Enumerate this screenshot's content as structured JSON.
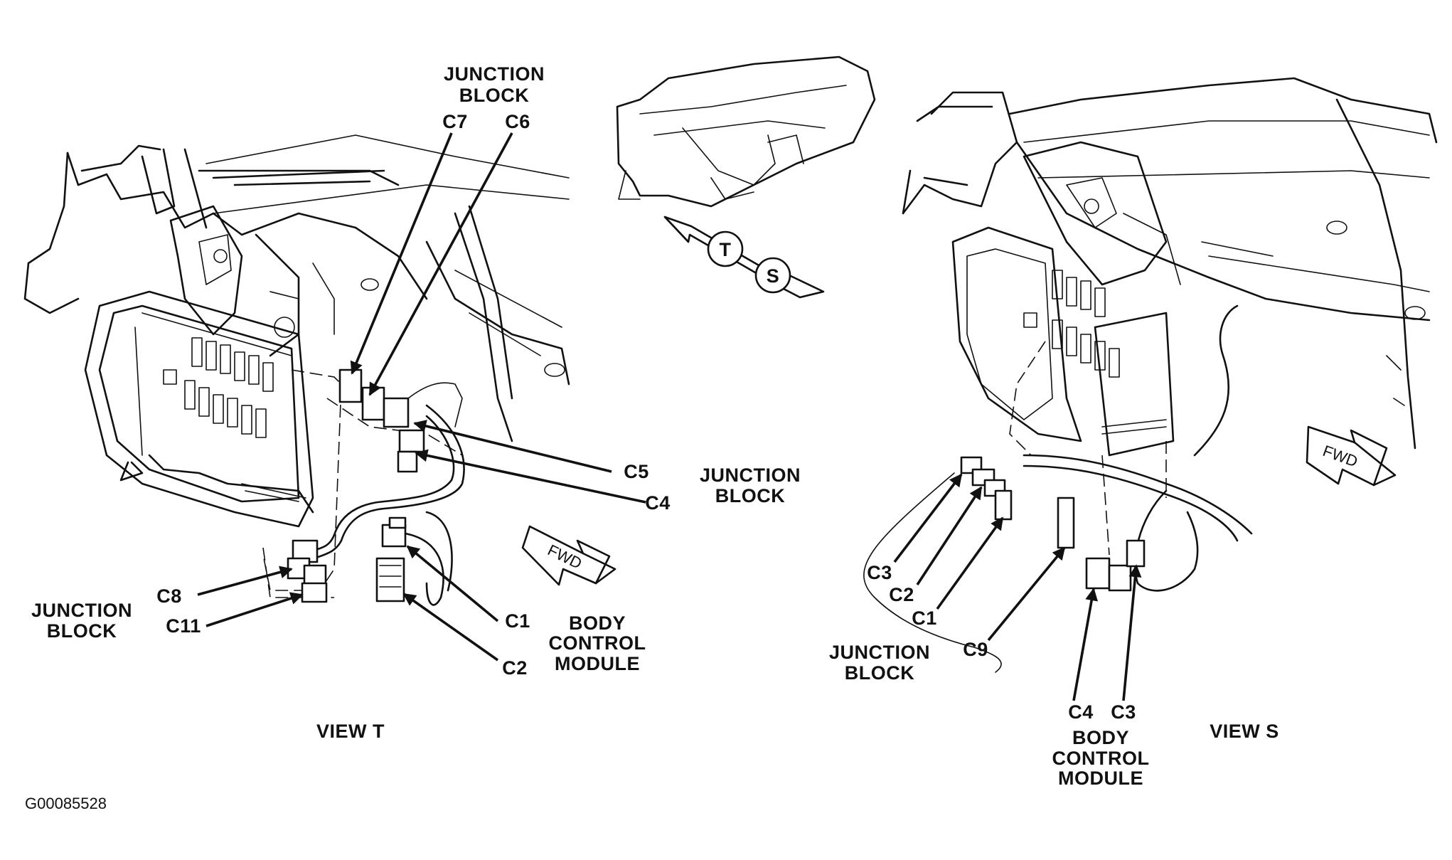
{
  "figure_id": "G00085528",
  "orientation": {
    "markers": [
      "T",
      "S"
    ]
  },
  "view_t": {
    "title": "VIEW T",
    "fwd": "FWD",
    "junction_block_top": [
      "JUNCTION",
      "BLOCK"
    ],
    "junction_block_right": [
      "JUNCTION",
      "BLOCK"
    ],
    "junction_block_left": [
      "JUNCTION",
      "BLOCK"
    ],
    "body_control_module": [
      "BODY",
      "CONTROL",
      "MODULE"
    ],
    "connectors": [
      "C7",
      "C6",
      "C5",
      "C4",
      "C8",
      "C11",
      "C1",
      "C2"
    ]
  },
  "view_s": {
    "title": "VIEW S",
    "fwd": "FWD",
    "junction_block": [
      "JUNCTION",
      "BLOCK"
    ],
    "body_control_module": [
      "BODY",
      "CONTROL",
      "MODULE"
    ],
    "connectors": [
      "C3",
      "C2",
      "C1",
      "C9",
      "C4",
      "C3"
    ]
  }
}
